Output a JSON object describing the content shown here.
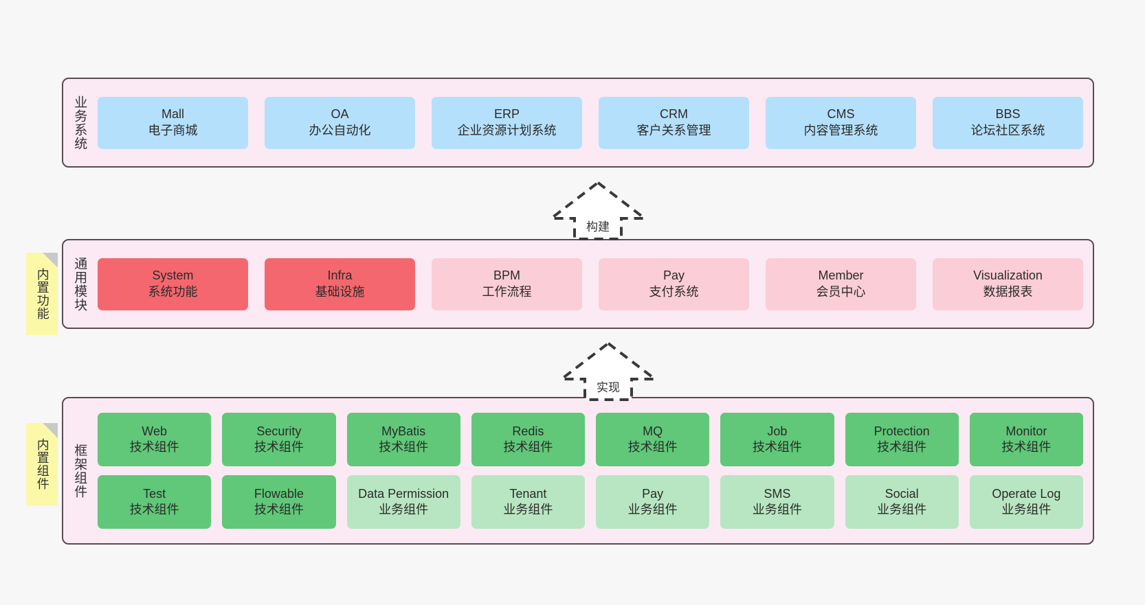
{
  "diagram": {
    "background": "#f7f7f7",
    "panel_bg": "#fbeaf4",
    "panel_border": "#5a4a52",
    "note_bg": "#fbf8a8",
    "note_fold": "#c9c9c9"
  },
  "layers": [
    {
      "title": "业务系统",
      "note": null,
      "color": "#b5e0fb",
      "rows": [
        [
          {
            "name": "Mall",
            "desc": "电子商城",
            "color": "#b5e0fb"
          },
          {
            "name": "OA",
            "desc": "办公自动化",
            "color": "#b5e0fb"
          },
          {
            "name": "ERP",
            "desc": "企业资源计划系统",
            "color": "#b5e0fb"
          },
          {
            "name": "CRM",
            "desc": "客户关系管理",
            "color": "#b5e0fb"
          },
          {
            "name": "CMS",
            "desc": "内容管理系统",
            "color": "#b5e0fb"
          },
          {
            "name": "BBS",
            "desc": "论坛社区系统",
            "color": "#b5e0fb"
          }
        ]
      ]
    },
    {
      "title": "通用模块",
      "note": "内置功能",
      "rows": [
        [
          {
            "name": "System",
            "desc": "系统功能",
            "color": "#f4676e"
          },
          {
            "name": "Infra",
            "desc": "基础设施",
            "color": "#f4676e"
          },
          {
            "name": "BPM",
            "desc": "工作流程",
            "color": "#fbcdd6"
          },
          {
            "name": "Pay",
            "desc": "支付系统",
            "color": "#fbcdd6"
          },
          {
            "name": "Member",
            "desc": "会员中心",
            "color": "#fbcdd6"
          },
          {
            "name": "Visualization",
            "desc": "数据报表",
            "color": "#fbcdd6"
          }
        ]
      ]
    },
    {
      "title": "框架组件",
      "note": "内置组件",
      "rows": [
        [
          {
            "name": "Web",
            "desc": "技术组件",
            "color": "#60c878"
          },
          {
            "name": "Security",
            "desc": "技术组件",
            "color": "#60c878"
          },
          {
            "name": "MyBatis",
            "desc": "技术组件",
            "color": "#60c878"
          },
          {
            "name": "Redis",
            "desc": "技术组件",
            "color": "#60c878"
          },
          {
            "name": "MQ",
            "desc": "技术组件",
            "color": "#60c878"
          },
          {
            "name": "Job",
            "desc": "技术组件",
            "color": "#60c878"
          },
          {
            "name": "Protection",
            "desc": "技术组件",
            "color": "#60c878"
          },
          {
            "name": "Monitor",
            "desc": "技术组件",
            "color": "#60c878"
          }
        ],
        [
          {
            "name": "Test",
            "desc": "技术组件",
            "color": "#60c878"
          },
          {
            "name": "Flowable",
            "desc": "技术组件",
            "color": "#60c878"
          },
          {
            "name": "Data Permission",
            "desc": "业务组件",
            "color": "#b8e6c2"
          },
          {
            "name": "Tenant",
            "desc": "业务组件",
            "color": "#b8e6c2"
          },
          {
            "name": "Pay",
            "desc": "业务组件",
            "color": "#b8e6c2"
          },
          {
            "name": "SMS",
            "desc": "业务组件",
            "color": "#b8e6c2"
          },
          {
            "name": "Social",
            "desc": "业务组件",
            "color": "#b8e6c2"
          },
          {
            "name": "Operate Log",
            "desc": "业务组件",
            "color": "#b8e6c2"
          }
        ]
      ]
    }
  ],
  "connectors": [
    {
      "label": "构建"
    },
    {
      "label": "实现"
    }
  ]
}
